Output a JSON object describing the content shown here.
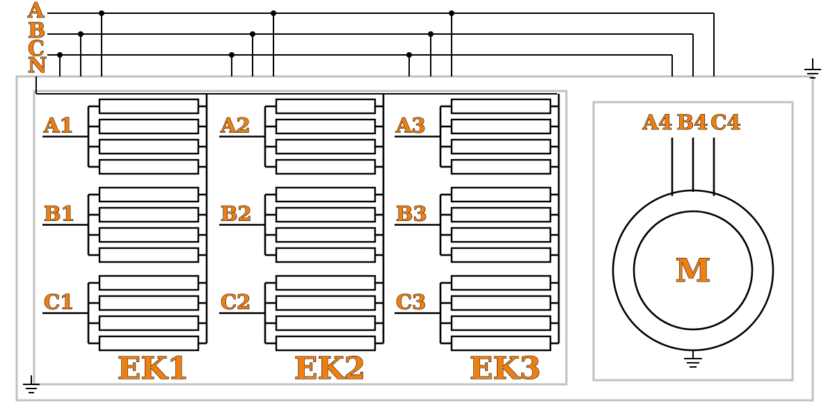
{
  "bus_lines": [
    "A",
    "B",
    "C",
    "N"
  ],
  "heater_banks": [
    {
      "label": "EK1",
      "groups": [
        "A1",
        "B1",
        "C1"
      ]
    },
    {
      "label": "EK2",
      "groups": [
        "A2",
        "B2",
        "C2"
      ]
    },
    {
      "label": "EK3",
      "groups": [
        "A3",
        "B3",
        "C3"
      ]
    }
  ],
  "motor": {
    "symbol": "M",
    "terminals": [
      "A4",
      "B4",
      "C4"
    ]
  },
  "colors": {
    "label_fill": "#f07f10",
    "label_outline": "#000000",
    "enclosure": "#c0c0c0",
    "wire": "#000000"
  },
  "icons": [
    "ground-icon",
    "motor-icon",
    "heating-element-icon"
  ]
}
